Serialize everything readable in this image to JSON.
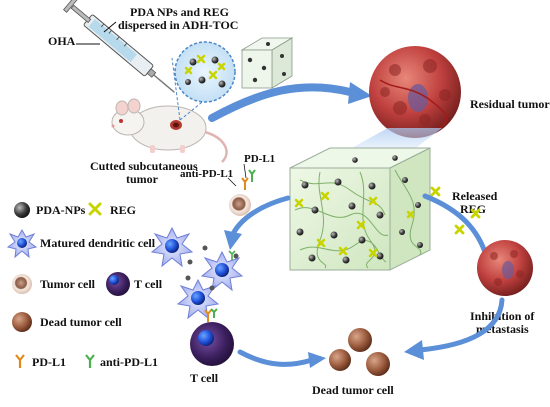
{
  "labels": {
    "injection": "PDA NPs and REG",
    "injection_line2": "dispersed in ADH-TOC",
    "oha": "OHA",
    "cutted_line1": "Cutted subcutaneous",
    "cutted_line2": "tumor",
    "residual": "Residual tumor",
    "pdl1_top": "PD-L1",
    "anti_pdl1_top": "anti-PD-L1",
    "released_line1": "Released",
    "released_line2": "REG",
    "inhibition_line1": "Inhibition of",
    "inhibition_line2": "metastasis",
    "t_cell_bottom": "T cell",
    "dead_cell_bottom": "Dead tumor cell"
  },
  "legend": {
    "pda_nps": "PDA-NPs",
    "reg": "REG",
    "dendritic": "Matured dendritic cell",
    "tumor_cell": "Tumor cell",
    "t_cell": "T cell",
    "dead_tumor": "Dead tumor cell",
    "pdl1": "PD-L1",
    "anti_pdl1": "anti-PD-L1"
  },
  "colors": {
    "arrow": "#5b8fd8",
    "nanoparticle": "#3b3b3b",
    "reg": "#c8d400",
    "tumor": "#c0413f",
    "t_cell": "#3a1f5c",
    "dendritic": "#9aa6ea",
    "gel_cube": "#dff0d4",
    "dead_cell": "#9a5a3c",
    "pdl1": "#e08a1e",
    "anti_pdl1": "#4caf50"
  }
}
